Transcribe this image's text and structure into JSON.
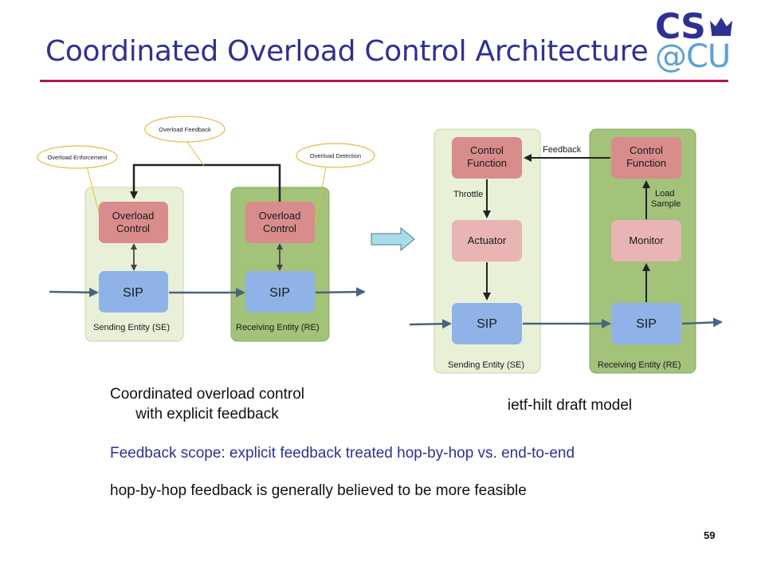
{
  "slide": {
    "title": "Coordinated Overload Control Architecture",
    "page_number": "59",
    "logo": {
      "line1": "CS",
      "line2": "@CU"
    }
  },
  "left_diagram": {
    "callouts": {
      "enforcement": "Overload Enforcement",
      "feedback": "Overload Feedback",
      "detection": "Overload Detection"
    },
    "se": {
      "control_label_1": "Overload",
      "control_label_2": "Control",
      "sip_label": "SIP",
      "entity_label": "Sending Entity (SE)"
    },
    "re": {
      "control_label_1": "Overload",
      "control_label_2": "Control",
      "sip_label": "SIP",
      "entity_label": "Receiving Entity (RE)"
    },
    "caption_line1": "Coordinated overload control",
    "caption_line2": "with explicit feedback"
  },
  "right_diagram": {
    "se": {
      "control_label_1": "Control",
      "control_label_2": "Function",
      "actuator_label": "Actuator",
      "sip_label": "SIP",
      "entity_label": "Sending Entity (SE)"
    },
    "re": {
      "control_label_1": "Control",
      "control_label_2": "Function",
      "monitor_label": "Monitor",
      "sip_label": "SIP",
      "entity_label": "Receiving Entity (RE)"
    },
    "feedback_label": "Feedback",
    "throttle_label": "Throttle",
    "load_label_1": "Load",
    "load_label_2": "Sample",
    "caption": "ietf-hilt draft model"
  },
  "bullets": {
    "feedback_scope": "Feedback scope: explicit feedback treated hop-by-hop vs. end-to-end",
    "hop_by_hop": "hop-by-hop feedback is generally believed to be more feasible"
  },
  "colors": {
    "title": "#2e3192",
    "rule": "#b0185a",
    "se_panel": "#e8f1d8",
    "re_panel": "#a3c27a",
    "control_box": "#d98c8c",
    "actuator_box": "#e8b4b4",
    "sip_box": "#8fb3e6",
    "callout_border": "#e8b93c",
    "bullet_blue": "#2e3192"
  }
}
